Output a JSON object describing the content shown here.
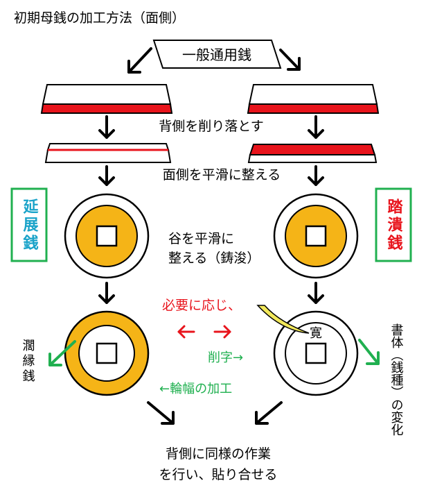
{
  "title": "初期母銭の加工方法（面側）",
  "source_label": "一般通用銭",
  "step1_label": "背側を削り落とす",
  "step2_label": "面側を平滑に整える",
  "step3_label_line1": "谷を平滑に",
  "step3_label_line2": "整える（鋳浚）",
  "left_type_label": "延展銭",
  "right_type_label": "踏潰銭",
  "optional_label": "必要に応じ、",
  "carving_label": "削字→",
  "rim_label": "←輪幅の加工",
  "left_result_label": "濶縁銭",
  "right_result_label": "書体（銭種）の変化",
  "coin_character": "寛",
  "final_label_line1": "背側に同様の作業",
  "final_label_line2": "を行い、貼り合せる",
  "colors": {
    "red": "#e8141c",
    "gold": "#f5b417",
    "teal_label": "#1aa3c9",
    "green": "#20b050",
    "knife": "#f2e85a"
  }
}
